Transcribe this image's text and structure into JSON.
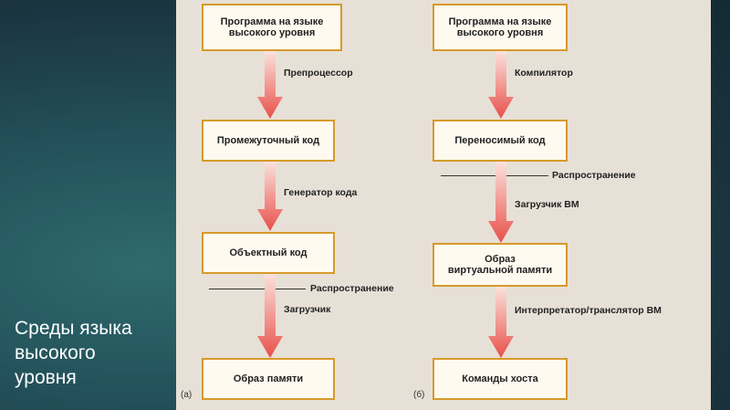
{
  "slide": {
    "title_lines": [
      "Среды языка",
      "высокого",
      "уровня"
    ]
  },
  "diagram_a": {
    "tag": "(а)",
    "boxes": {
      "source": [
        "Программа на языке",
        "высокого уровня"
      ],
      "intermediate": "Промежуточный код",
      "object": "Объектный код",
      "memory": "Образ памяти"
    },
    "labels": {
      "preprocessor": "Препроцессор",
      "codegen": "Генератор кода",
      "distribution": "Распространение",
      "loader": "Загрузчик"
    }
  },
  "diagram_b": {
    "tag": "(б)",
    "boxes": {
      "source": [
        "Программа на языке",
        "высокого уровня"
      ],
      "portable": "Переносимый код",
      "vm_image": [
        "Образ",
        "виртуальной памяти"
      ],
      "host": "Команды хоста"
    },
    "labels": {
      "compiler": "Компилятор",
      "distribution": "Распространение",
      "vm_loader": "Загрузчик ВМ",
      "interpreter": "Интерпретатор/транслятор ВМ"
    }
  },
  "colors": {
    "box_border": "#d79a2a",
    "box_fill": "#fffaf0",
    "arrow_top": "#fbe2dc",
    "arrow_bottom": "#e8504a",
    "figure_bg": "#e7e0d7"
  }
}
